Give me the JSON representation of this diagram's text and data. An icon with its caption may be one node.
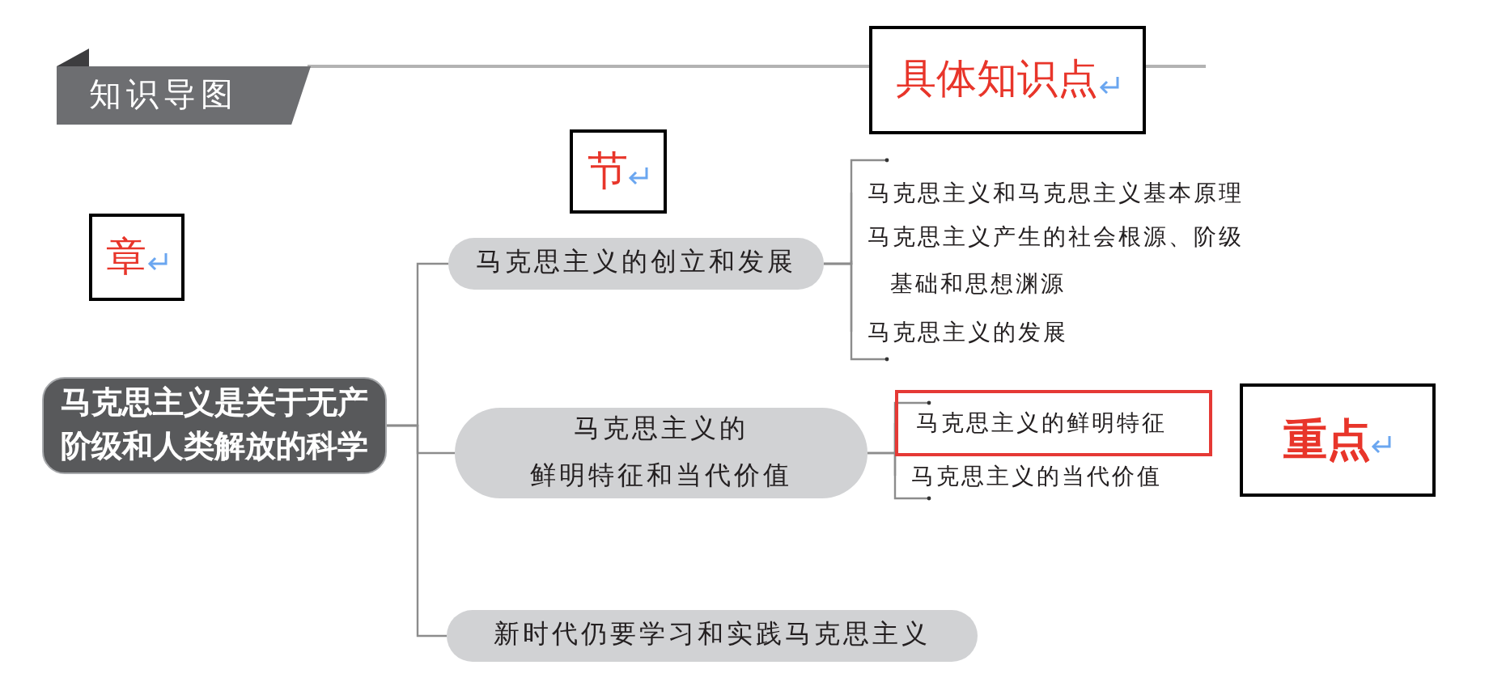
{
  "diagram": {
    "title": "知识导图",
    "nodes": [
      {
        "text": [
          "具体知识点"
        ]
      },
      {
        "text": [
          "节"
        ]
      },
      {
        "text": [
          "章"
        ]
      },
      {
        "text": [
          "马克思主义是关于无产阶级和人类解放的科学"
        ]
      },
      {
        "text": [
          "马克思主义的创立和发展"
        ]
      },
      {
        "text": [
          "马克思主义和马克思主义基本原理"
        ]
      },
      {
        "text": [
          "马克思主义产生的社会根源、阶级基础和思想渊源"
        ]
      },
      {
        "text": [
          "马克思主义的发展"
        ]
      },
      {
        "text": [
          "马克思主义的鲜明特征和当代价值"
        ]
      },
      {
        "text": [
          "马克思主义的鲜明特征"
        ]
      },
      {
        "text": [
          "马克思主义的当代价值"
        ]
      },
      {
        "text": [
          "重点"
        ]
      },
      {
        "text": [
          "新时代仍要学习和实践马克思主义"
        ]
      }
    ],
    "edges": [
      {
        "from": 3,
        "to": 4,
        "arrow": "none"
      },
      {
        "from": 3,
        "to": 8,
        "arrow": "none"
      },
      {
        "from": 3,
        "to": 12,
        "arrow": "none"
      },
      {
        "from": 4,
        "to": 5,
        "arrow": "none"
      },
      {
        "from": 4,
        "to": 6,
        "arrow": "none"
      },
      {
        "from": 4,
        "to": 7,
        "arrow": "none"
      },
      {
        "from": 8,
        "to": 9,
        "arrow": "none"
      },
      {
        "from": 8,
        "to": 10,
        "arrow": "none"
      }
    ]
  }
}
